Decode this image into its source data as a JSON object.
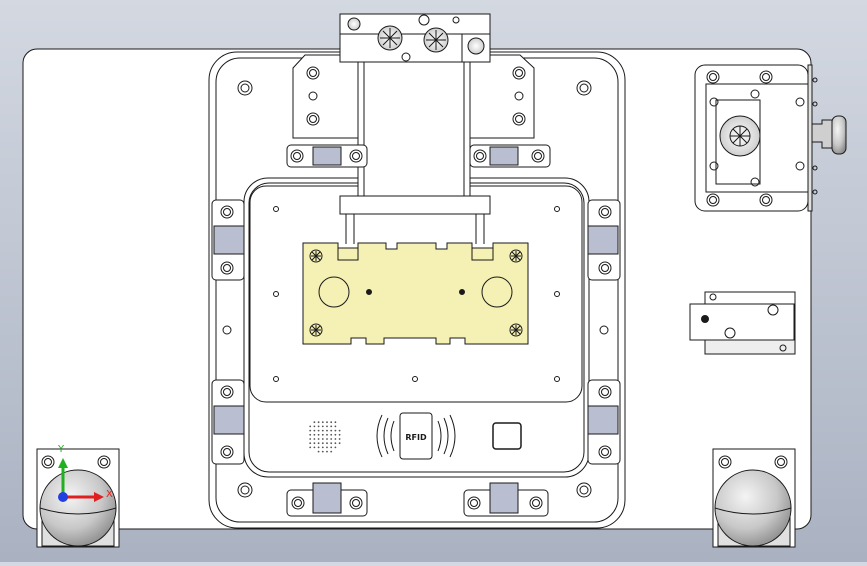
{
  "labels": {
    "rfid": "RFID"
  },
  "triad": {
    "x_axis": "X",
    "y_axis": "Y",
    "x_color": "#e02020",
    "y_color": "#20b020",
    "origin_color": "#2040e0"
  },
  "colors": {
    "background_top": "#d3d8e1",
    "background_bottom": "#aab2c2",
    "part_fill": "#ffffff",
    "outline": "#1a1a1a",
    "pcb_fill": "#f5f0b3",
    "clip_fill": "#b9bfd0"
  }
}
